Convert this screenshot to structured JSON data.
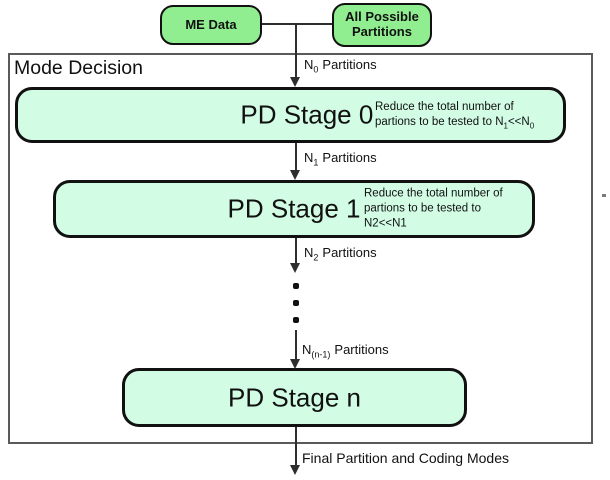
{
  "top": {
    "me_data": "ME Data",
    "all_possible": "All Possible Partitions"
  },
  "container": {
    "title": "Mode Decision"
  },
  "labels": {
    "n0": {
      "base": "N",
      "sub": "0",
      "rest": "Partitions"
    },
    "n1": {
      "base": "N",
      "sub": "1",
      "rest": "Partitions"
    },
    "n2": {
      "base": "N",
      "sub": "2",
      "rest": "Partitions"
    },
    "nprev": {
      "base": "N",
      "sub": "(n-1)",
      "rest": "Partitions"
    }
  },
  "stages": {
    "stage0": {
      "title": "PD Stage 0",
      "note": {
        "t1": "Reduce the total number of partions to be tested to N",
        "s1": "1",
        "t2": "<<N",
        "s2": "0"
      }
    },
    "stage1": {
      "title": "PD Stage 1",
      "note": "Reduce the total number of partions to be tested to N2<<N1"
    },
    "stagen": {
      "title": "PD Stage n"
    }
  },
  "output": {
    "label": "Final Partition and Coding Modes"
  },
  "colors": {
    "input_box_fill": "#90EE90",
    "stage_box_fill": "#D2FCE4",
    "box_border": "#111111",
    "outer_border": "#5a5a5a",
    "line": "#2e2e2e"
  }
}
